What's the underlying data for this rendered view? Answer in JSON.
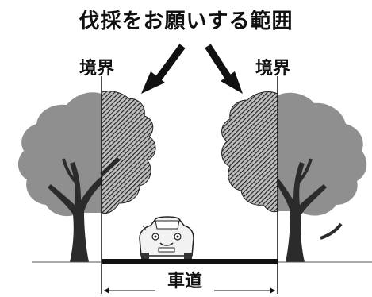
{
  "title": "伐採をお願いする範囲",
  "labels": {
    "boundary_left": "境界",
    "boundary_right": "境界",
    "road": "車道"
  },
  "colors": {
    "ink": "#111111",
    "tree_canopy": "#8f8f8f",
    "tree_canopy_dark": "#7a7a7a",
    "hatch_fill": "#444444",
    "trunk": "#2b2b2b"
  }
}
